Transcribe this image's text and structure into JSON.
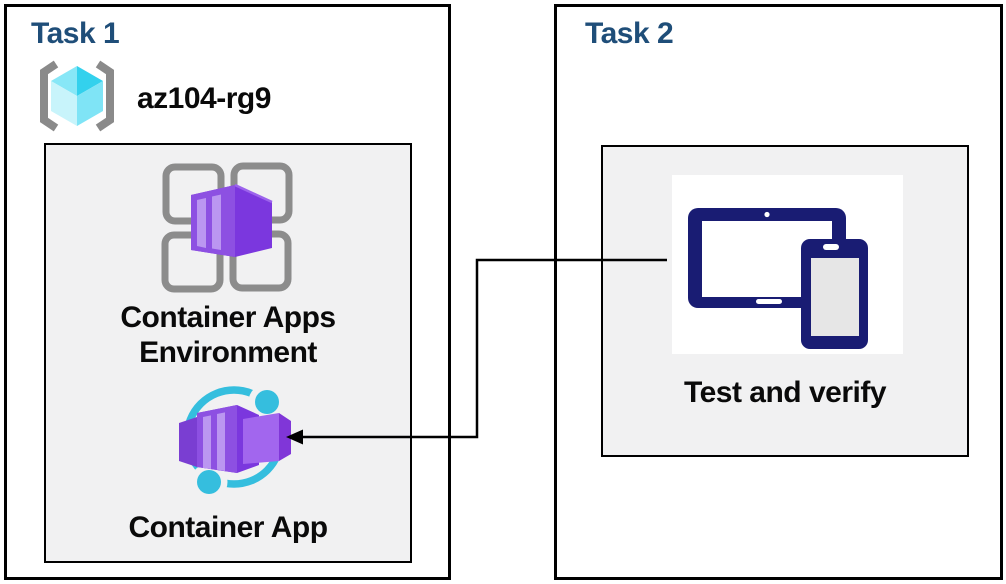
{
  "diagram": {
    "task1": {
      "title": "Task 1",
      "resource_group": {
        "name": "az104-rg9",
        "icon": "resource-group-icon"
      },
      "nodes": [
        {
          "id": "container-apps-environment",
          "icon": "container-apps-environment-icon",
          "label_lines": [
            "Container Apps",
            "Environment"
          ]
        },
        {
          "id": "container-app",
          "icon": "container-app-icon",
          "label": "Container App"
        }
      ]
    },
    "task2": {
      "title": "Task 2",
      "nodes": [
        {
          "id": "test-and-verify",
          "icon": "devices-icon",
          "label": "Test and verify"
        }
      ]
    },
    "connector": {
      "from": "test-and-verify",
      "to": "container-app",
      "type": "elbow-arrow",
      "direction": "right-to-left"
    }
  },
  "colors": {
    "task_title_blue": "#1F4E79",
    "label_black": "#0a0a0a",
    "inner_box_fill": "#F1F1F2",
    "border_black": "#000000",
    "device_navy": "#191C73",
    "device_screen_gray": "#E6E6E6",
    "container_purple_front": "#8D50E2",
    "container_purple_side": "#7B37DE",
    "container_purple_stripe": "#BB96F1",
    "orbit_cyan": "#35BEDE",
    "grid_gray": "#8C8C8C",
    "bracket_gray": "#8A8A8A",
    "cube_cyan_light": "#87E7F7",
    "cube_cyan_dark": "#33D1ED"
  }
}
